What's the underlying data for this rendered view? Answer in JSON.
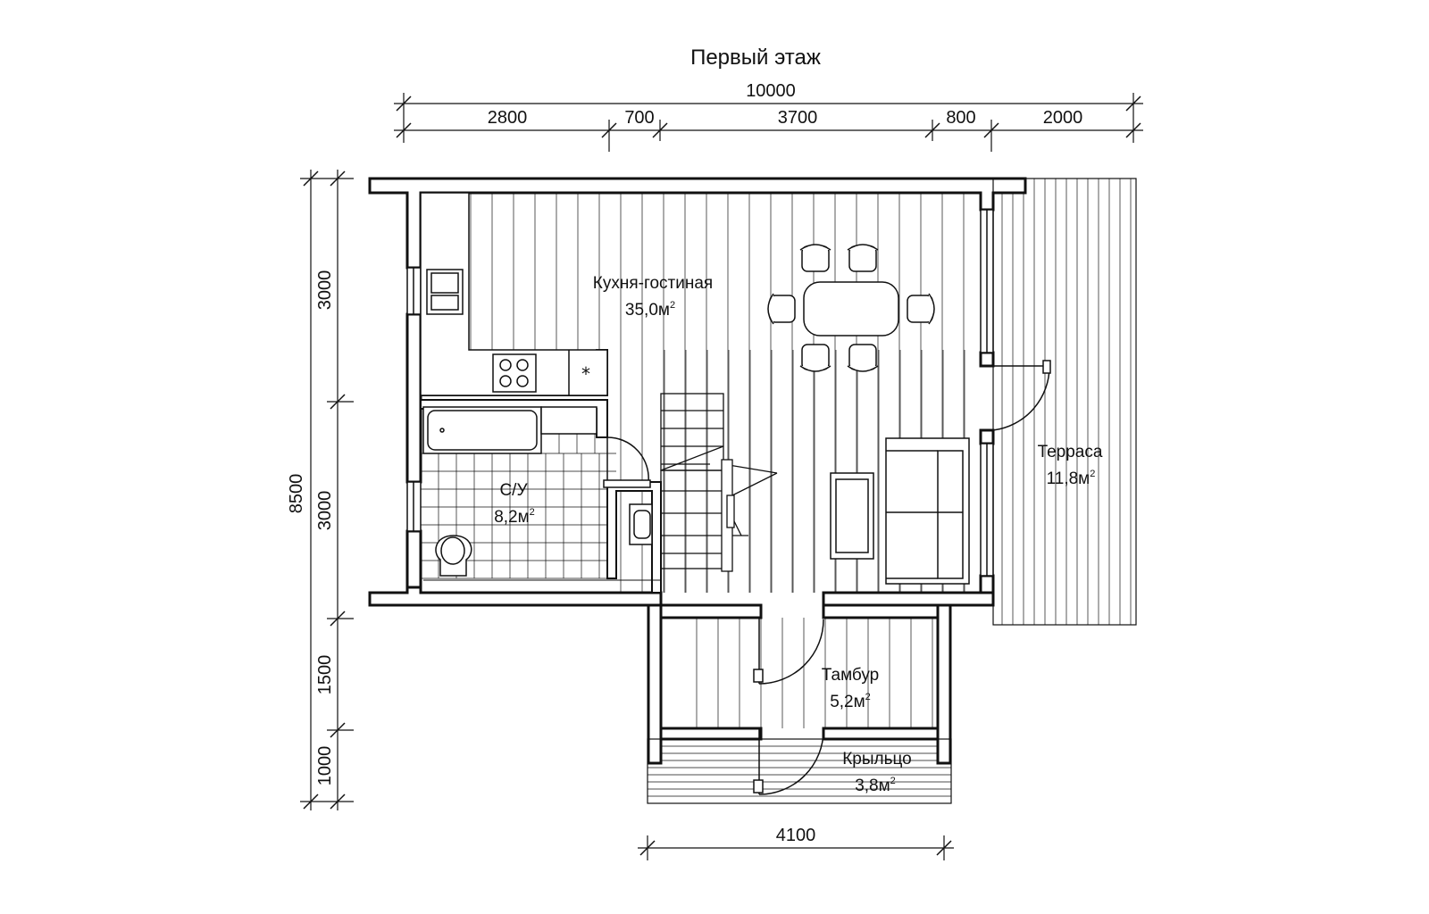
{
  "title": "Первый этаж",
  "dimensions": {
    "total_width": "10000",
    "top_segments": [
      "2800",
      "700",
      "3700",
      "800",
      "2000"
    ],
    "total_height": "8500",
    "left_segments": [
      "3000",
      "3000",
      "1500",
      "1000"
    ],
    "bottom": "4100"
  },
  "rooms": {
    "kitchen": {
      "name": "Кухня-гостиная",
      "area": "35,0м",
      "sup": "2"
    },
    "bathroom": {
      "name": "С/У",
      "area": "8,2м",
      "sup": "2"
    },
    "terrace": {
      "name": "Терраса",
      "area": "11,8м",
      "sup": "2"
    },
    "vestibule": {
      "name": "Тамбур",
      "area": "5,2м",
      "sup": "2"
    },
    "porch": {
      "name": "Крыльцо",
      "area": "3,8м",
      "sup": "2"
    }
  },
  "colors": {
    "line": "#111111",
    "background": "#ffffff"
  }
}
